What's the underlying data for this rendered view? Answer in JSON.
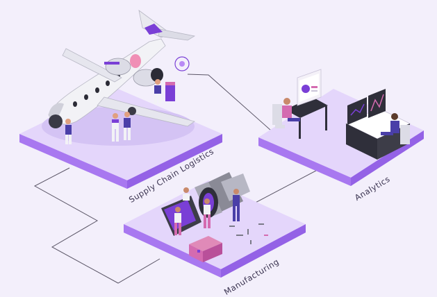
{
  "labels": {
    "supply_chain": "Supply Chain Logistics",
    "analytics": "Analytics",
    "manufacturing": "Manufacturing"
  },
  "colors": {
    "background": "#f3effb",
    "platform_top": "#e4d6fb",
    "platform_side": "#b98af5",
    "accent_purple": "#7a3fd6",
    "connector": "#5a5566"
  },
  "icons": [
    "airplane-icon",
    "engine-icon",
    "gear-network-icon",
    "monitor-icon",
    "workstation-icon",
    "engine-machine-icon",
    "toolbox-icon",
    "worker-icon"
  ]
}
